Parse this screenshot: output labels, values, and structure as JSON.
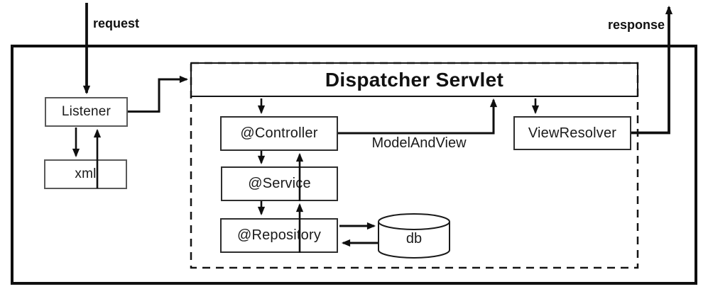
{
  "diagram": {
    "title": "Dispatcher Servlet",
    "labels": {
      "request": "request",
      "response": "response",
      "model_and_view": "ModelAndView"
    },
    "nodes": {
      "listener": {
        "label": "Listener"
      },
      "xml": {
        "label": "xml"
      },
      "controller": {
        "label": "@Controller"
      },
      "service": {
        "label": "@Service"
      },
      "repository": {
        "label": "@Repository"
      },
      "db": {
        "label": "db"
      },
      "view_resolver": {
        "label": "ViewResolver"
      }
    },
    "edges": [
      {
        "from": "client",
        "to": "listener",
        "label": "request"
      },
      {
        "from": "listener",
        "to": "xml"
      },
      {
        "from": "xml",
        "to": "listener"
      },
      {
        "from": "listener",
        "to": "dispatcher_servlet"
      },
      {
        "from": "dispatcher_servlet",
        "to": "controller"
      },
      {
        "from": "controller",
        "to": "service"
      },
      {
        "from": "service",
        "to": "controller"
      },
      {
        "from": "service",
        "to": "repository"
      },
      {
        "from": "repository",
        "to": "service"
      },
      {
        "from": "repository",
        "to": "db"
      },
      {
        "from": "db",
        "to": "repository"
      },
      {
        "from": "controller",
        "to": "dispatcher_servlet",
        "label": "ModelAndView"
      },
      {
        "from": "dispatcher_servlet",
        "to": "view_resolver"
      },
      {
        "from": "view_resolver",
        "to": "client",
        "label": "response"
      }
    ],
    "colors": {
      "line": "#0f0f0f",
      "box_border": "#2e2e2e",
      "light_box_border": "#5a5a5a",
      "background": "#ffffff",
      "text": "#1a1a1a"
    }
  }
}
